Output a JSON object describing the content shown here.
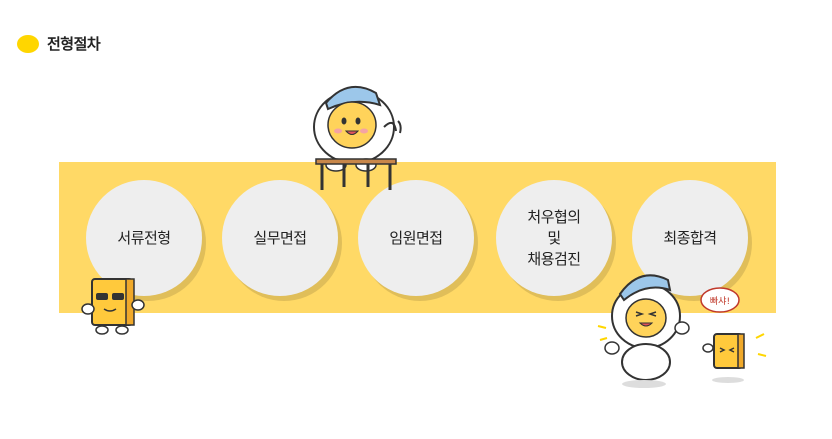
{
  "section": {
    "title": "전형절차"
  },
  "steps": [
    {
      "label": "서류전형"
    },
    {
      "label": "실무면접"
    },
    {
      "label": "임원면접"
    },
    {
      "label": "처우협의\n및\n채용검진"
    },
    {
      "label": "최종합격"
    }
  ],
  "badge": {
    "text": "빠샤!"
  },
  "colors": {
    "band": "#ffd966",
    "accent": "#ffd600",
    "circle": "#eeeeee"
  },
  "illustrations": [
    "character-at-desk-icon",
    "book-character-icon",
    "cheering-characters-icon"
  ]
}
